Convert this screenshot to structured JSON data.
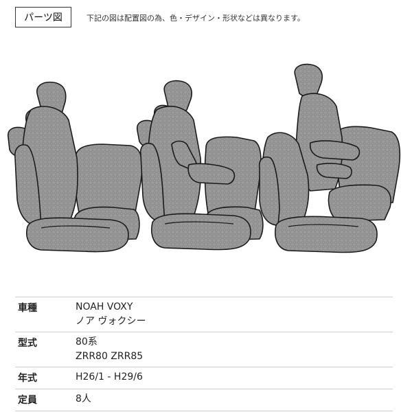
{
  "header": {
    "parts_label": "パーツ図",
    "note": "下記の図は配置図の為、色・デザイン・形状などは異なります。"
  },
  "colors": {
    "seat_fill": "#9a9a9a",
    "outline": "#1a1a1a",
    "rule": "#cfcfcf"
  },
  "specs": [
    {
      "label": "車種",
      "values": [
        "NOAH VOXY",
        "ノア ヴォクシー"
      ]
    },
    {
      "label": "型式",
      "values": [
        "80系",
        "ZRR80 ZRR85"
      ]
    },
    {
      "label": "年式",
      "values": [
        "H26/1 - H29/6"
      ]
    },
    {
      "label": "定員",
      "values": [
        "8人"
      ]
    }
  ]
}
